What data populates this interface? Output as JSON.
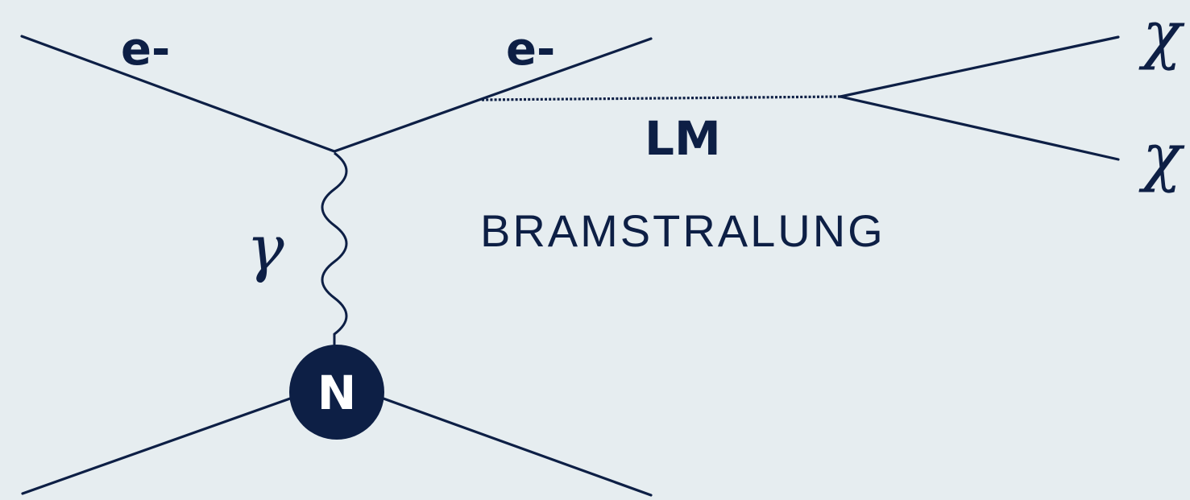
{
  "labels": {
    "electron_in": "e-",
    "electron_out": "e-",
    "photon": "γ",
    "light_mediator": "LM",
    "process": "BRAMSTRALUNG",
    "dark_particle_1": "χ",
    "dark_particle_2": "χ",
    "nucleus": "N"
  },
  "colors": {
    "background": "#e6edf0",
    "ink": "#0d1f45",
    "nucleus_text": "#ffffff"
  }
}
